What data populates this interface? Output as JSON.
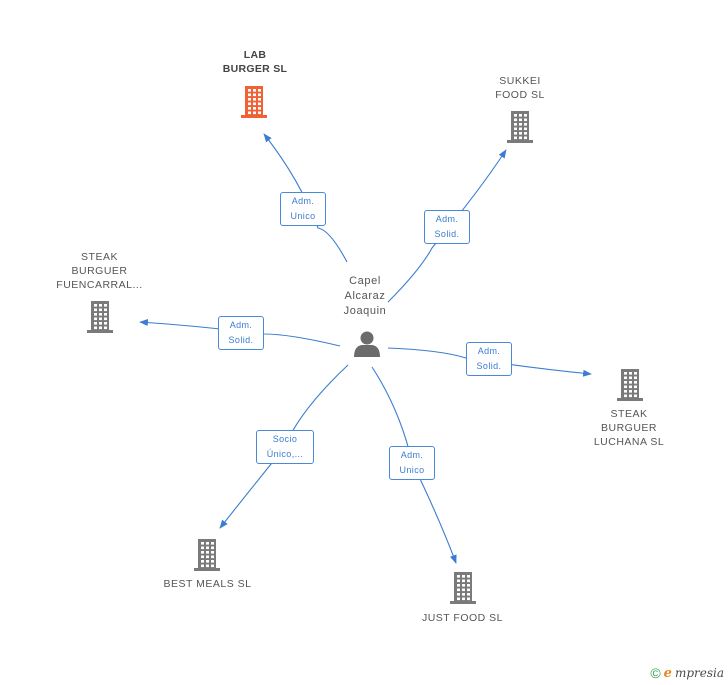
{
  "center": {
    "name": "Capel\nAlcaraz\nJoaquin",
    "icon": "person-icon"
  },
  "companies": [
    {
      "id": "lab",
      "name": "LAB\nBURGER SL",
      "focus": true,
      "color": "#f06135",
      "icon": "building-icon"
    },
    {
      "id": "sukkei",
      "name": "SUKKEI\nFOOD  SL",
      "focus": false,
      "color": "#7a7a7a",
      "icon": "building-icon"
    },
    {
      "id": "fuencarral",
      "name": "STEAK\nBURGUER\nFUENCARRAL...",
      "focus": false,
      "color": "#7a7a7a",
      "icon": "building-icon"
    },
    {
      "id": "luchana",
      "name": "STEAK\nBURGUER\nLUCHANA  SL",
      "focus": false,
      "color": "#7a7a7a",
      "icon": "building-icon"
    },
    {
      "id": "bestmeals",
      "name": "BEST MEALS SL",
      "focus": false,
      "color": "#7a7a7a",
      "icon": "building-icon"
    },
    {
      "id": "justfood",
      "name": "JUST FOOD SL",
      "focus": false,
      "color": "#7a7a7a",
      "icon": "building-icon"
    }
  ],
  "relations": [
    {
      "to": "lab",
      "label": "Adm.\nUnico"
    },
    {
      "to": "sukkei",
      "label": "Adm.\nSolid."
    },
    {
      "to": "fuencarral",
      "label": "Adm.\nSolid."
    },
    {
      "to": "luchana",
      "label": "Adm.\nSolid."
    },
    {
      "to": "bestmeals",
      "label": "Socio\nÚnico,..."
    },
    {
      "to": "justfood",
      "label": "Adm.\nUnico"
    }
  ],
  "colors": {
    "edge": "#3b7dd0",
    "person": "#6b6b6b"
  },
  "footer": {
    "copyright": "©",
    "brand_first": "e",
    "brand_rest": "mpresia"
  }
}
